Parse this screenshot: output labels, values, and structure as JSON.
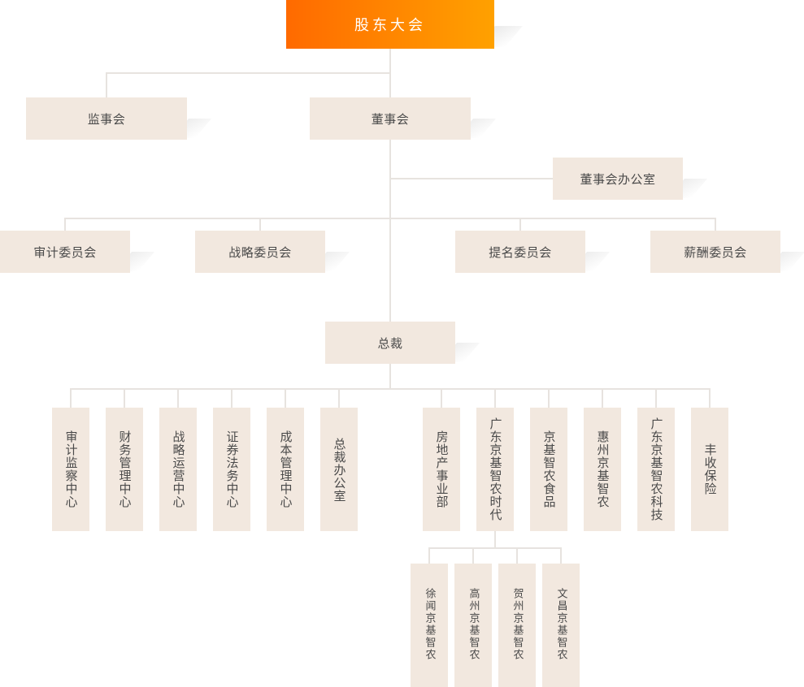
{
  "chart_title": "股东大会",
  "nodes": {
    "shareholders": "股东大会",
    "supervisory_board": "监事会",
    "board": "董事会",
    "board_office": "董事会办公室",
    "audit_committee": "审计委员会",
    "strategy_committee": "战略委员会",
    "nomination_committee": "提名委员会",
    "remuneration_committee": "薪酬委员会",
    "president": "总裁",
    "dept_audit": "审计监察中心",
    "dept_finance": "财务管理中心",
    "dept_strategy_ops": "战略运营中心",
    "dept_legal": "证券法务中心",
    "dept_cost": "成本管理中心",
    "dept_office": "总裁办公室",
    "biz_realestate": "房地产事业部",
    "biz_gd_jingji_times": "广东京基智农时代",
    "biz_jingji_food": "京基智农食品",
    "biz_huizhou": "惠州京基智农",
    "biz_gd_tech": "广东京基智农科技",
    "biz_insurance": "丰收保险",
    "sub_xuwen": "徐闻京基智农",
    "sub_gaozhou": "高州京基智农",
    "sub_hezhou": "贺州京基智农",
    "sub_wenchang": "文昌京基智农"
  }
}
